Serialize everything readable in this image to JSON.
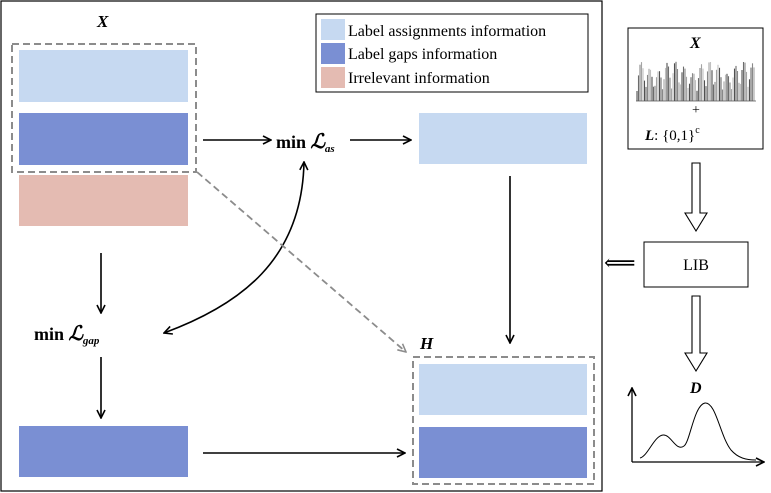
{
  "legend": {
    "items": [
      {
        "label": "Label assignments information",
        "color": "#c6d9f1"
      },
      {
        "label": "Label gaps information",
        "color": "#7a8fd3"
      },
      {
        "label": "Irrelevant information",
        "color": "#e4bbb2"
      }
    ]
  },
  "labels": {
    "x_input": "X",
    "h_output": "H",
    "min_as_prefix": "min ",
    "min_as_sym": "ℒ",
    "min_as_sub": "as",
    "min_gap_prefix": "min ",
    "min_gap_sym": "ℒ",
    "min_gap_sub": "gap",
    "right_x": "X",
    "plus": "+",
    "l_var": "L",
    "l_set": ":  {0,1}",
    "l_sup": "c",
    "lib": "LIB",
    "d_var": "D",
    "back_arrow": "⟸"
  },
  "colors": {
    "assign": "#c6d9f1",
    "gap": "#7a8fd3",
    "irrelevant": "#e4bbb2",
    "dashed": "#8c8c8c",
    "line": "#000000"
  }
}
